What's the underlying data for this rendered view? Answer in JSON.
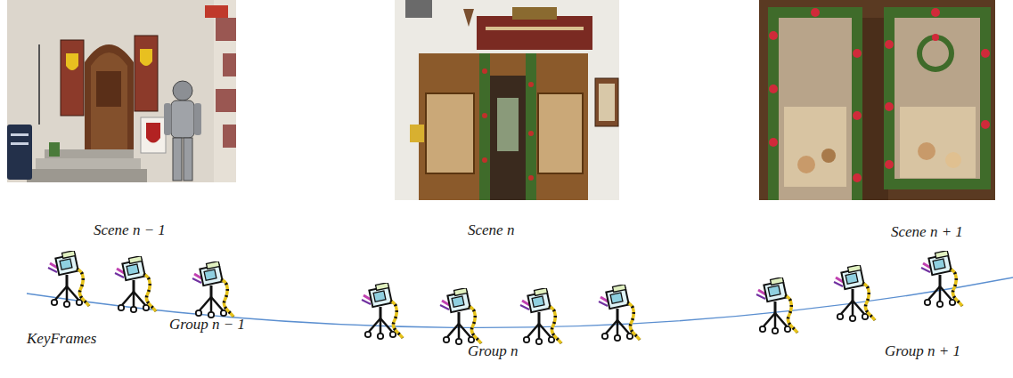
{
  "diagram": {
    "labels": [
      "Scene n − 1",
      "Scene n",
      "Scene n + 1",
      "KeyFrames",
      "Group n − 1",
      "Group n",
      "Group n + 1"
    ]
  }
}
